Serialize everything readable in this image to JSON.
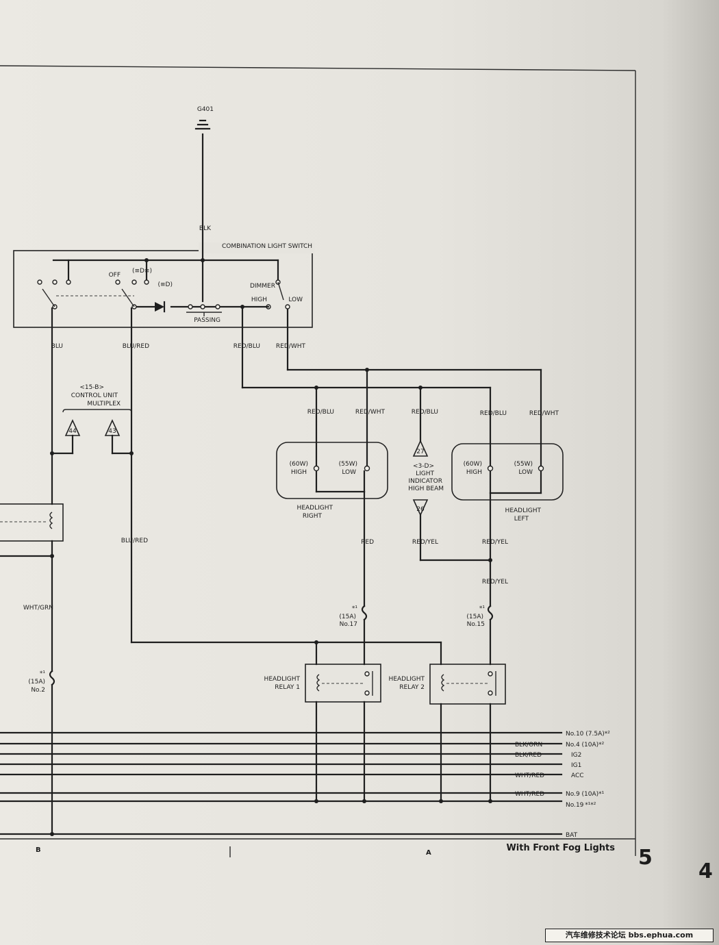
{
  "page": {
    "title": "With Front Fog Lights",
    "number": "5",
    "edge_number": "4",
    "zone_a": "A",
    "zone_b": "B"
  },
  "power_sources": {
    "bat": "BAT",
    "no19": "No.19 *¹*²",
    "no9": "No.9 (10A)*¹",
    "no9_color": "WHT/RED",
    "acc": "ACC",
    "acc_color": "WHT/RED",
    "ig1": "IG1",
    "ig2": "IG2",
    "ig2_color": "BLK/RED",
    "no4": "No.4 (10A)*²",
    "no4_color": "BLK/ORN",
    "no10": "No.10 (7.5A)*²"
  },
  "relays": {
    "relay1": [
      "HEADLIGHT",
      "RELAY 1"
    ],
    "relay2": [
      "HEADLIGHT",
      "RELAY 2"
    ]
  },
  "fuses": {
    "no15": [
      "No.15",
      "(15A)",
      "*¹"
    ],
    "no17": [
      "No.17",
      "(15A)",
      "*¹"
    ],
    "no2": [
      "No.2",
      "(15A)",
      "*¹"
    ]
  },
  "headlights": {
    "left": [
      "LEFT",
      "HEADLIGHT"
    ],
    "right": [
      "RIGHT",
      "HEADLIGHT"
    ],
    "low": "LOW",
    "low_w": "(55W)",
    "high": "HIGH",
    "high_w": "(60W)"
  },
  "indicator": {
    "lines": [
      "HIGH BEAM",
      "INDICATOR",
      "LIGHT",
      "<3-D>"
    ],
    "ref_in": "26",
    "ref_out": "27"
  },
  "multiplex": {
    "lines": [
      "MULTIPLEX",
      "CONTROL UNIT",
      "<15-B>"
    ],
    "ref_43": "43",
    "ref_44": "44"
  },
  "switch": {
    "title": "COMBINATION LIGHT SWITCH",
    "dimmer": "DIMMER",
    "low": "LOW",
    "high": "HIGH",
    "passing": "PASSING",
    "off": "OFF",
    "pos1": "(≡D)",
    "pos2": "(≡D≡)"
  },
  "ground": {
    "label": "G401",
    "wire": "BLK"
  },
  "wires": {
    "red_yel": "RED/YEL",
    "red": "RED",
    "red_blu": "RED/BLU",
    "red_wht": "RED/WHT",
    "blu_red": "BLU/RED",
    "blu": "BLU",
    "wht_grn": "WHT/GRN",
    "blk": "BLK"
  },
  "watermark": "汽车维修技术论坛 bbs.ephua.com"
}
